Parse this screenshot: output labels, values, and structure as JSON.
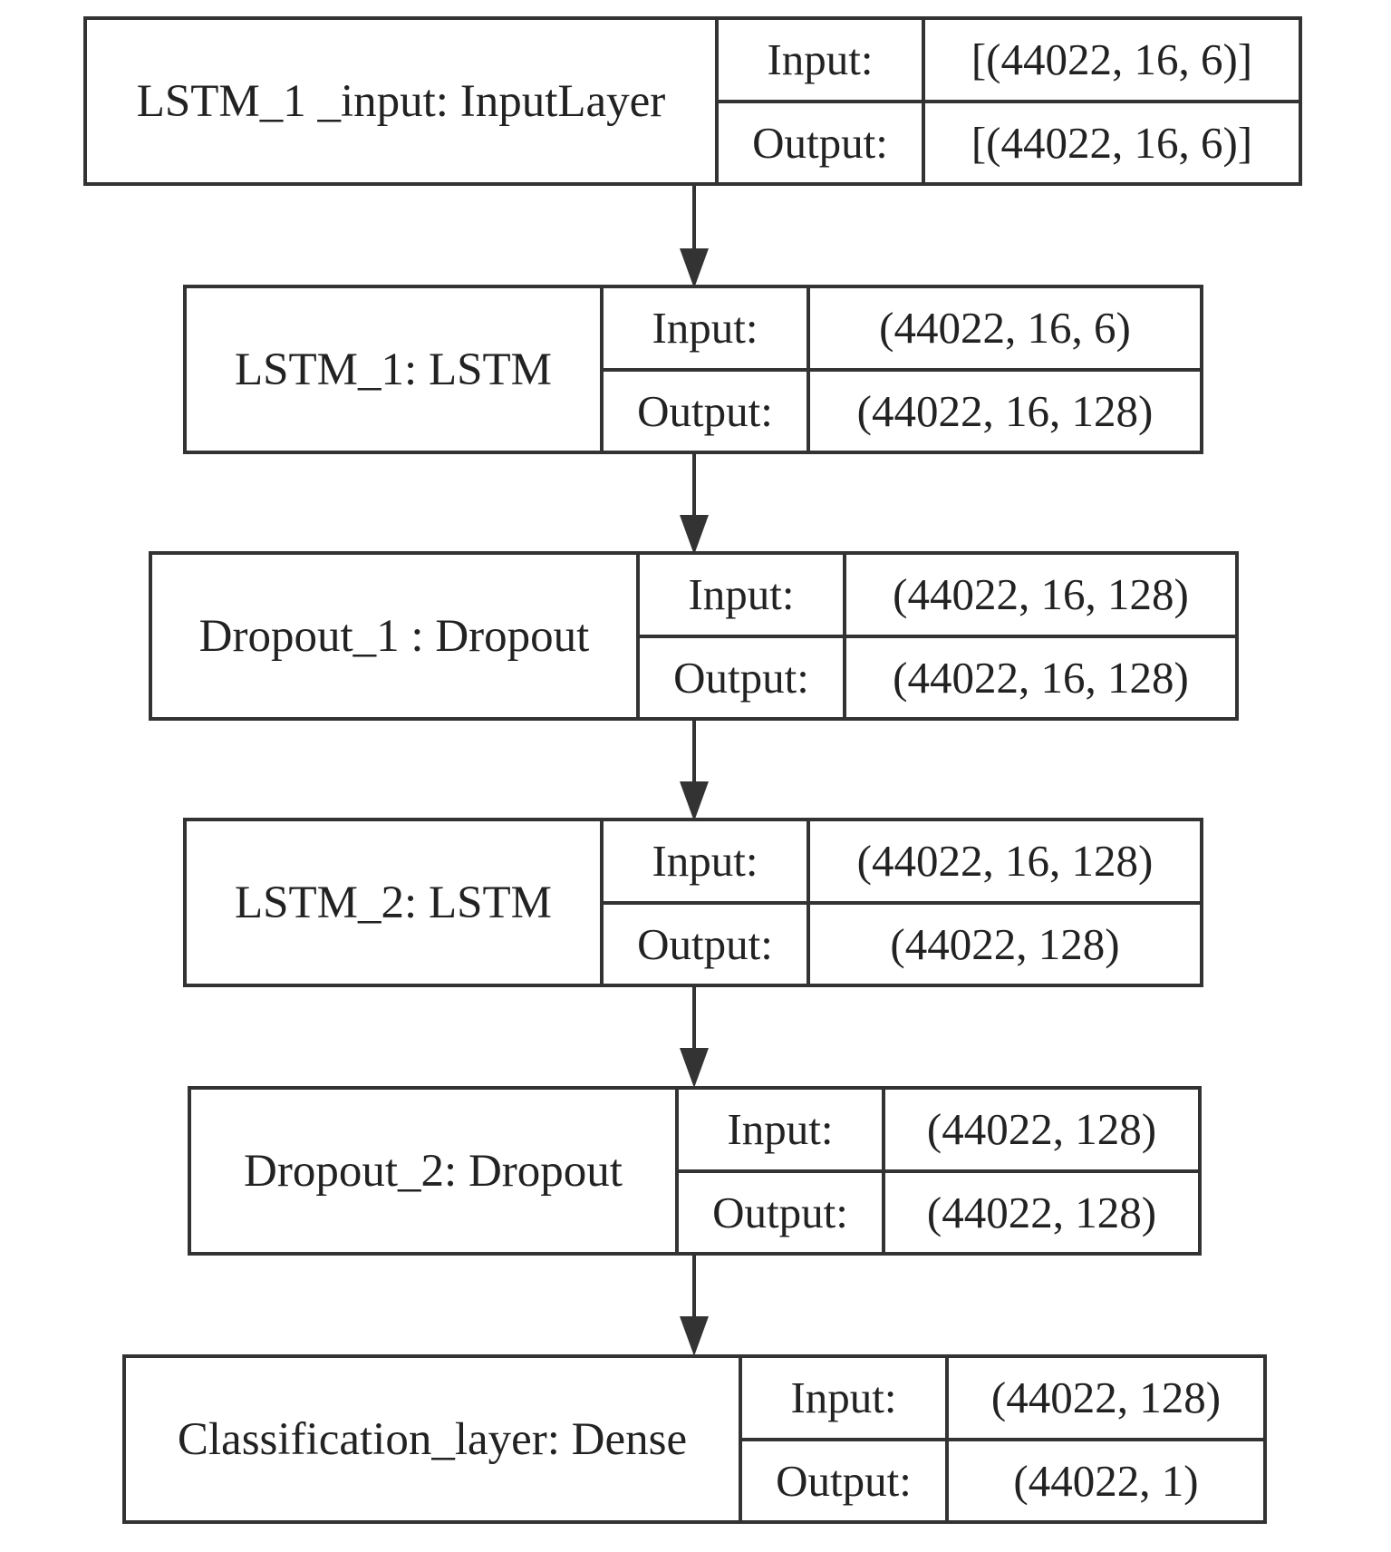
{
  "layers": [
    {
      "name": "LSTM_1 _input: InputLayer",
      "input_label": "Input:",
      "output_label": "Output:",
      "input_value": "[(44022, 16, 6)]",
      "output_value": "[(44022, 16, 6)]"
    },
    {
      "name": "LSTM_1: LSTM",
      "input_label": "Input:",
      "output_label": "Output:",
      "input_value": "(44022, 16, 6)",
      "output_value": "(44022, 16, 128)"
    },
    {
      "name": "Dropout_1 : Dropout",
      "input_label": "Input:",
      "output_label": "Output:",
      "input_value": "(44022, 16, 128)",
      "output_value": "(44022, 16, 128)"
    },
    {
      "name": "LSTM_2: LSTM",
      "input_label": "Input:",
      "output_label": "Output:",
      "input_value": "(44022, 16, 128)",
      "output_value": "(44022, 128)"
    },
    {
      "name": "Dropout_2: Dropout",
      "input_label": "Input:",
      "output_label": "Output:",
      "input_value": "(44022, 128)",
      "output_value": "(44022, 128)"
    },
    {
      "name": "Classification_layer: Dense",
      "input_label": "Input:",
      "output_label": "Output:",
      "input_value": "(44022, 128)",
      "output_value": "(44022, 1)"
    }
  ],
  "colors": {
    "line": "#333333",
    "text": "#222222",
    "background": "#ffffff"
  }
}
